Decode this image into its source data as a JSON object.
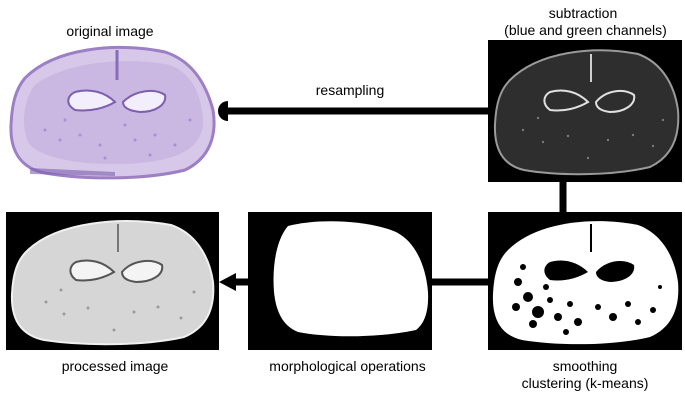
{
  "labels": {
    "original": "original image",
    "resampling": "resampling",
    "subtraction_line1": "subtraction",
    "subtraction_line2": "(blue and green channels)",
    "processed": "processed image",
    "morphological": "morphological operations",
    "smoothing": "smoothing",
    "clustering": "clustering (k-means)"
  },
  "colors": {
    "stain": "#9c7fc4",
    "stain_light": "#d7c8ea",
    "panel_bg": "#000000",
    "arrow": "#000000"
  }
}
